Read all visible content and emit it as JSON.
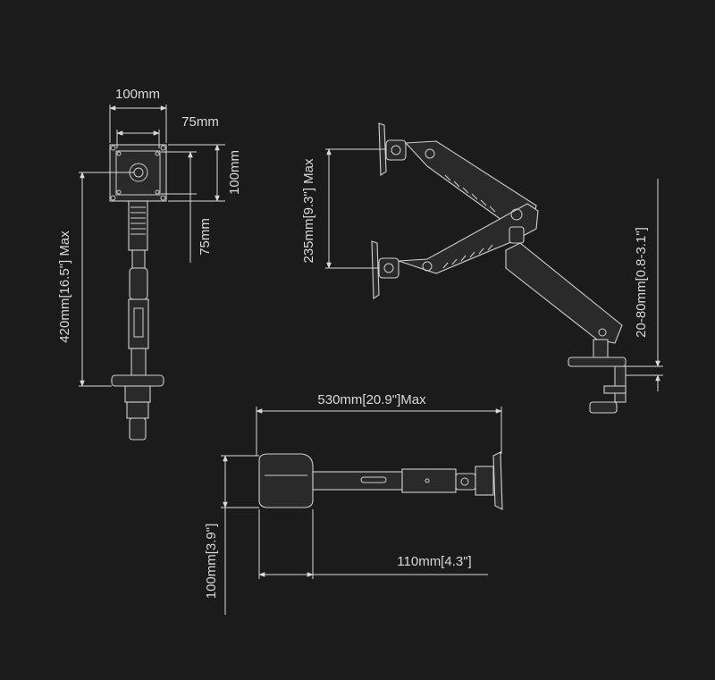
{
  "colors": {
    "background": "#1b1b1b",
    "line": "#d9d9d9"
  },
  "front_view": {
    "vesa_width_100": "100mm",
    "vesa_width_75": "75mm",
    "vesa_height_100": "100mm",
    "vesa_height_75": "75mm",
    "max_height": "420mm[16.5\"] Max"
  },
  "side_view": {
    "vertical_travel": "235mm[9.3\"] Max",
    "clamp_thickness": "20-80mm[0.8-3.1\"]"
  },
  "top_view": {
    "max_reach": "530mm[20.9\"]Max",
    "base_depth": "110mm[4.3\"]",
    "base_width": "100mm[3.9\"]"
  }
}
